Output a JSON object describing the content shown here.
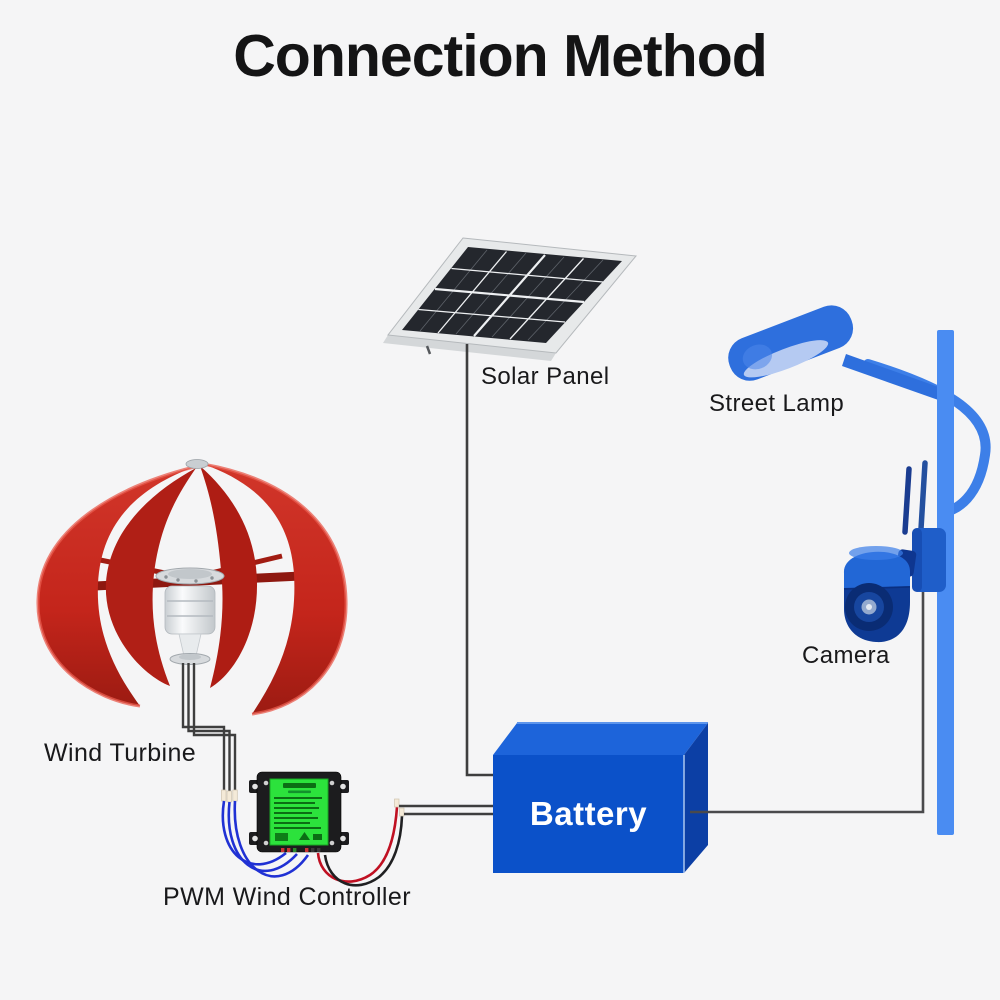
{
  "title": "Connection Method",
  "components": {
    "solar_panel": {
      "label": "Solar Panel"
    },
    "street_lamp": {
      "label": "Street Lamp"
    },
    "camera": {
      "label": "Camera"
    },
    "wind_turbine": {
      "label": "Wind Turbine"
    },
    "pwm_controller": {
      "label": "PWM Wind Controller"
    },
    "battery": {
      "label": "Battery"
    }
  },
  "connections": [
    {
      "from": "Wind Turbine",
      "to": "PWM Wind Controller",
      "wire": "three black leads joined by three blue wires into controller bottom-left terminals"
    },
    {
      "from": "PWM Wind Controller",
      "to": "Battery",
      "wire": "red and black wires from bottom-right terminals to battery left side"
    },
    {
      "from": "Solar Panel",
      "to": "Battery",
      "wire": "single black wire dropping vertically then into battery left side"
    },
    {
      "from": "Battery",
      "to": "Camera",
      "wire": "single black wire right then up the street-lamp pole to the camera mount"
    }
  ],
  "colors": {
    "background": "#f5f5f6",
    "title_text": "#141415",
    "label_text": "#19191b",
    "lamp_blue": "#2e6fdd",
    "pole_blue": "#4a8cf2",
    "camera_blue_top": "#2267d6",
    "camera_blue_dark": "#0e3a94",
    "battery_top": "#1d64da",
    "battery_front": "#0b51c9",
    "battery_side": "#0c3fa5",
    "battery_text": "#ffffff",
    "turbine_red": "#c4251b",
    "turbine_red_dark": "#8e1810",
    "controller_green": "#2ce23c",
    "solar_cell_dark": "#24272d",
    "wire_dark": "#3e3e3e",
    "wire_blue": "#2031d4",
    "wire_red": "#c01022",
    "wire_black": "#202022"
  }
}
